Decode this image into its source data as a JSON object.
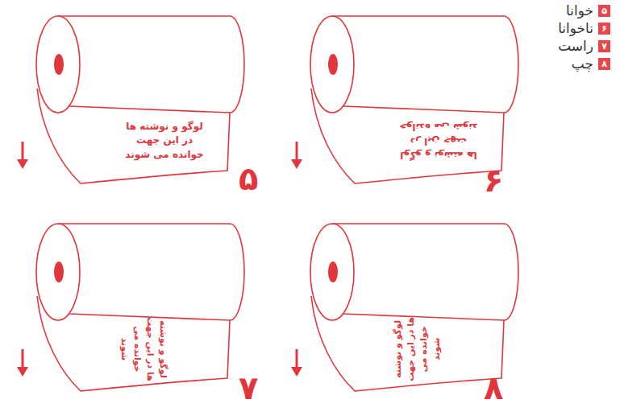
{
  "diagram": {
    "nodes": [
      {
        "text": [
          "لوگو و نوشته ها در این جهت خوانده می شوند"
        ]
      },
      {
        "text": [
          "لوگو و نوشته ها در این جهت خوانده می شوند"
        ]
      },
      {
        "text": [
          "لوگو و نوشته ها در این جهت خوانده می شوند"
        ]
      },
      {
        "text": [
          "لوگو و نوشته ها در این جهت خوانده می شوند"
        ]
      }
    ],
    "labels": [
      "۵",
      "۶",
      "۷",
      "۸",
      "۵",
      "خوانا",
      "۶",
      "ناخوانا",
      "۷",
      "راست",
      "۸",
      "چپ"
    ]
  }
}
